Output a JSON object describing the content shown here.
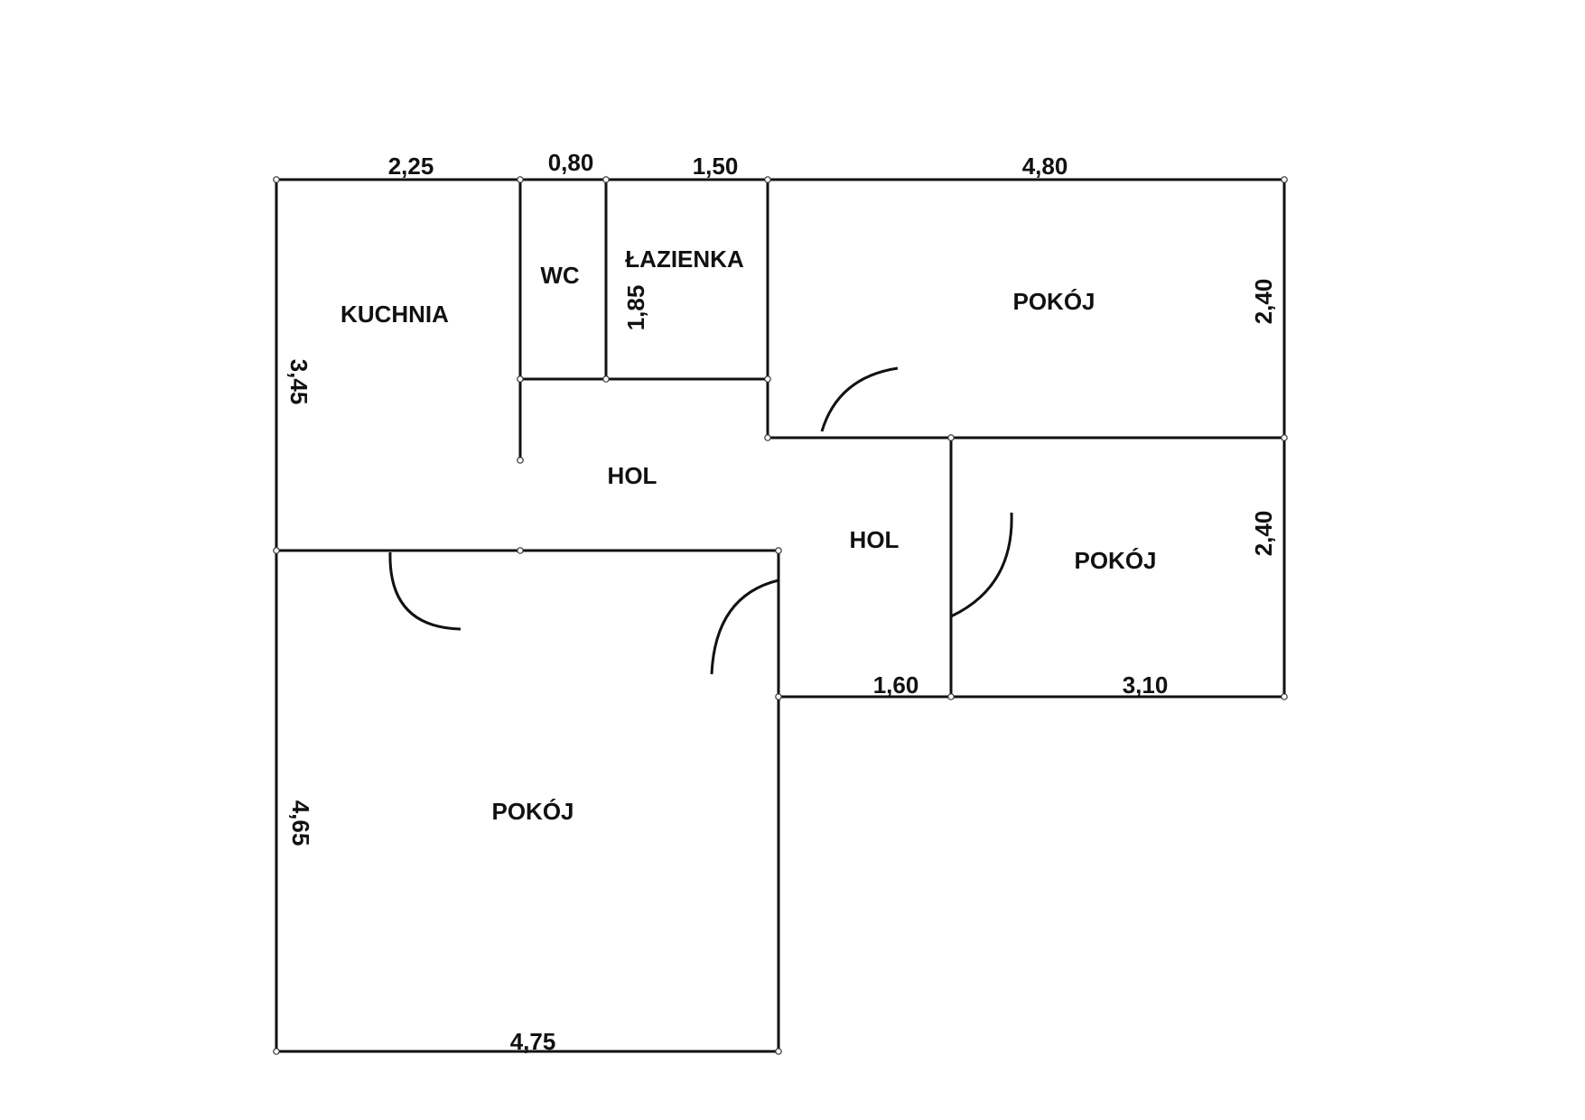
{
  "rooms": {
    "kuchnia": "KUCHNIA",
    "wc": "WC",
    "lazienka": "ŁAZIENKA",
    "pokoj_top_right": "POKÓJ",
    "hol_main": "HOL",
    "hol_side": "HOL",
    "pokoj_mid_right": "POKÓJ",
    "pokoj_bottom_left": "POKÓJ"
  },
  "dimensions": {
    "top_kuchnia": "2,25",
    "top_wc": "0,80",
    "top_lazienka": "1,50",
    "top_pokoj": "4,80",
    "lazienka_height": "1,85",
    "kuchnia_height": "3,45",
    "pokoj_top_right_height": "2,40",
    "pokoj_mid_right_height": "2,40",
    "hol_side_bottom": "1,60",
    "pokoj_mid_right_bottom": "3,10",
    "pokoj_bottom_left_height": "4,65",
    "pokoj_bottom_left_bottom": "4,75"
  }
}
